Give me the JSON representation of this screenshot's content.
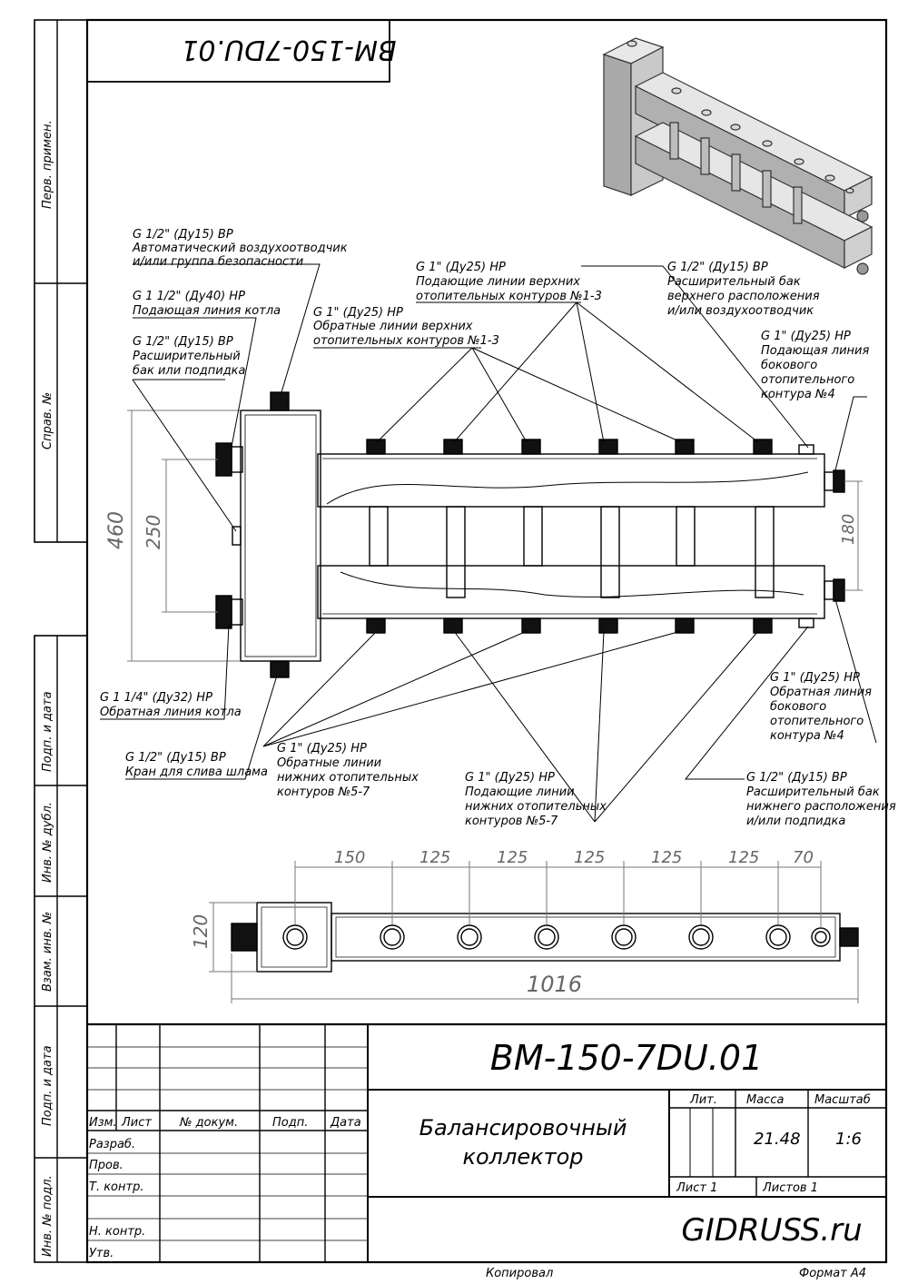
{
  "stamp_top": "BM-150-7DU.01",
  "side_labels": {
    "perv_primen": "Перв. примен.",
    "sprav": "Справ. №",
    "podp_data_1": "Подп. и дата",
    "inv_dubl": "Инв. № дубл.",
    "vzam_inv": "Взам. инв. №",
    "podp_data_2": "Подп. и дата",
    "inv_podl": "Инв. № подл."
  },
  "callouts": {
    "air_vent": [
      "G 1/2\" (Ду15) ВР",
      "Автоматический воздухоотводчик",
      "и/или группа безопасности"
    ],
    "boiler_supply": [
      "G 1 1/2\" (Ду40) НР",
      "Подающая линия котла"
    ],
    "exp_tank_left": [
      "G 1/2\" (Ду15) ВР",
      "Расширительный",
      "бак или подпидка"
    ],
    "return_upper": [
      "G 1\" (Ду25) НР",
      "Обратные линии верхних",
      "отопительных контуров №1-3"
    ],
    "supply_upper": [
      "G 1\" (Ду25) НР",
      "Подающие линии верхних",
      "отопительных контуров №1-3"
    ],
    "exp_tank_top_right": [
      "G 1/2\" (Ду15) ВР",
      "Расширительный бак",
      "верхнего расположения",
      "и/или воздухоотводчик"
    ],
    "side_supply": [
      "G 1\" (Ду25) НР",
      "Подающая линия",
      "бокового",
      "отопительного",
      "контура №4"
    ],
    "side_return": [
      "G 1\" (Ду25) НР",
      "Обратная линия",
      "бокового",
      "отопительного",
      "контура №4"
    ],
    "boiler_return": [
      "G 1 1/4\" (Ду32) НР",
      "Обратная линия котла"
    ],
    "drain": [
      "G 1/2\" (Ду15) ВР",
      "Кран для слива шлама"
    ],
    "return_lower": [
      "G 1\" (Ду25) НР",
      "Обратные линии",
      "нижних отопительных",
      "контуров №5-7"
    ],
    "supply_lower": [
      "G 1\" (Ду25) НР",
      "Подающие линии",
      "нижних отопительных",
      "контуров №5-7"
    ],
    "exp_tank_bottom_right": [
      "G 1/2\" (Ду15) ВР",
      "Расширительный бак",
      "нижнего расположения",
      "и/или подпидка"
    ]
  },
  "dimensions": {
    "height_total": "460",
    "height_inner": "250",
    "height_right": "180",
    "bottom_spacings": [
      "150",
      "125",
      "125",
      "125",
      "125",
      "125",
      "70"
    ],
    "bottom_height": "120",
    "bottom_length": "1016"
  },
  "title_block": {
    "designation": "BM-150-7DU.01",
    "name_line1": "Балансировочный",
    "name_line2": "коллектор",
    "cols": [
      "Изм.",
      "Лист",
      "№ докум.",
      "Подп.",
      "Дата"
    ],
    "rows": [
      "Разраб.",
      "Пров.",
      "Т. контр.",
      "",
      "Н. контр.",
      "Утв."
    ],
    "lit": "Лит.",
    "massa": "Масса",
    "masshtab": "Масштаб",
    "mass_value": "21.48",
    "scale_value": "1:6",
    "list": "Лист 1",
    "listov": "Листов 1",
    "company": "GIDRUSS.ru"
  },
  "footer": {
    "copied": "Копировал",
    "format": "Формат A4"
  }
}
